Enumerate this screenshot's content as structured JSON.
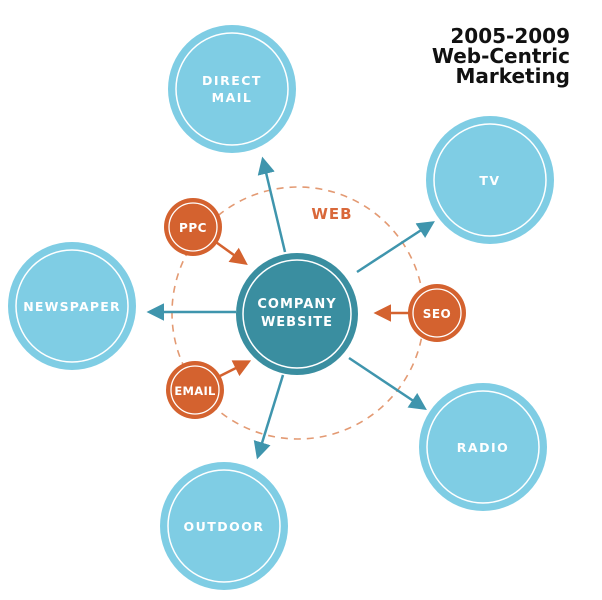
{
  "title": {
    "line1": "2005-2009",
    "line2": "Web-Centric",
    "line3": "Marketing"
  },
  "center": {
    "line1": "COMPANY",
    "line2": "WEBSITE"
  },
  "web_label": "WEB",
  "channels": {
    "direct_mail": {
      "line1": "DIRECT",
      "line2": "MAIL"
    },
    "tv": "TV",
    "newspaper": "NEWSPAPER",
    "radio": "RADIO",
    "outdoor": "OUTDOOR"
  },
  "drivers": {
    "ppc": "PPC",
    "seo": "SEO",
    "email": "EMAIL"
  },
  "colors": {
    "channel_fill": "#7fcde4",
    "center_fill": "#3a8ea0",
    "driver_fill": "#d4622f",
    "arrow": "#3f95ad",
    "web_ring": "#e39a73",
    "web_text": "#d9683a"
  }
}
